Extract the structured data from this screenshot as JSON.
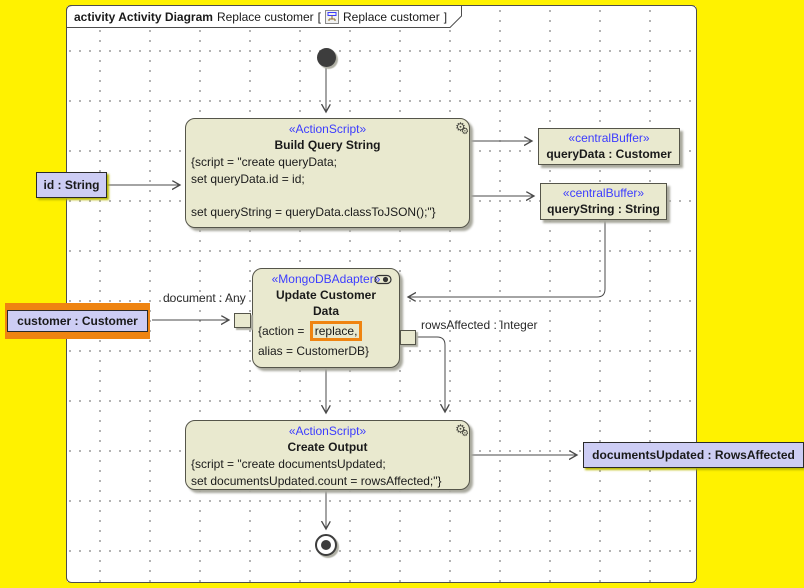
{
  "frame": {
    "title_bold": "activity Activity Diagram",
    "title_name": "Replace customer",
    "bracket_open": "[",
    "bracket_inner": "Replace customer",
    "bracket_close": "]"
  },
  "nodes": {
    "build_query": {
      "stereotype": "«ActionScript»",
      "name": "Build Query String",
      "body_lines": [
        "{script = \"create queryData;",
        "set queryData.id = id;",
        "",
        "set queryString = queryData.classToJSON();\"}"
      ]
    },
    "query_data_buffer": {
      "stereotype": "«centralBuffer»",
      "name": "queryData : Customer"
    },
    "query_string_buffer": {
      "stereotype": "«centralBuffer»",
      "name": "queryString : String"
    },
    "id_param": {
      "label": "id : String"
    },
    "update_customer": {
      "stereotype": "«MongoDBAdapter»",
      "name_line1": "Update Customer",
      "name_line2": "Data",
      "body_prefix": "{action = ",
      "body_highlight": "replace,",
      "body_line2": "alias = CustomerDB}"
    },
    "customer_param": {
      "label": "customer : Customer"
    },
    "create_output": {
      "stereotype": "«ActionScript»",
      "name": "Create Output",
      "body_lines": [
        "{script = \"create documentsUpdated;",
        "set documentsUpdated.count = rowsAffected;\"}"
      ]
    },
    "documents_param": {
      "label": "documentsUpdated : RowsAffected"
    }
  },
  "edge_labels": {
    "document": "document : Any",
    "rows_affected": "rowsAffected : Integer"
  },
  "icons": {
    "gear": "⚙"
  },
  "colors": {
    "background": "#fff200",
    "node_fill": "#e9e9cf",
    "param_fill": "#cdcdf4",
    "stereotype_blue": "#3c3cff",
    "selection_orange": "#ef8411",
    "line": "#4a4a4a"
  }
}
